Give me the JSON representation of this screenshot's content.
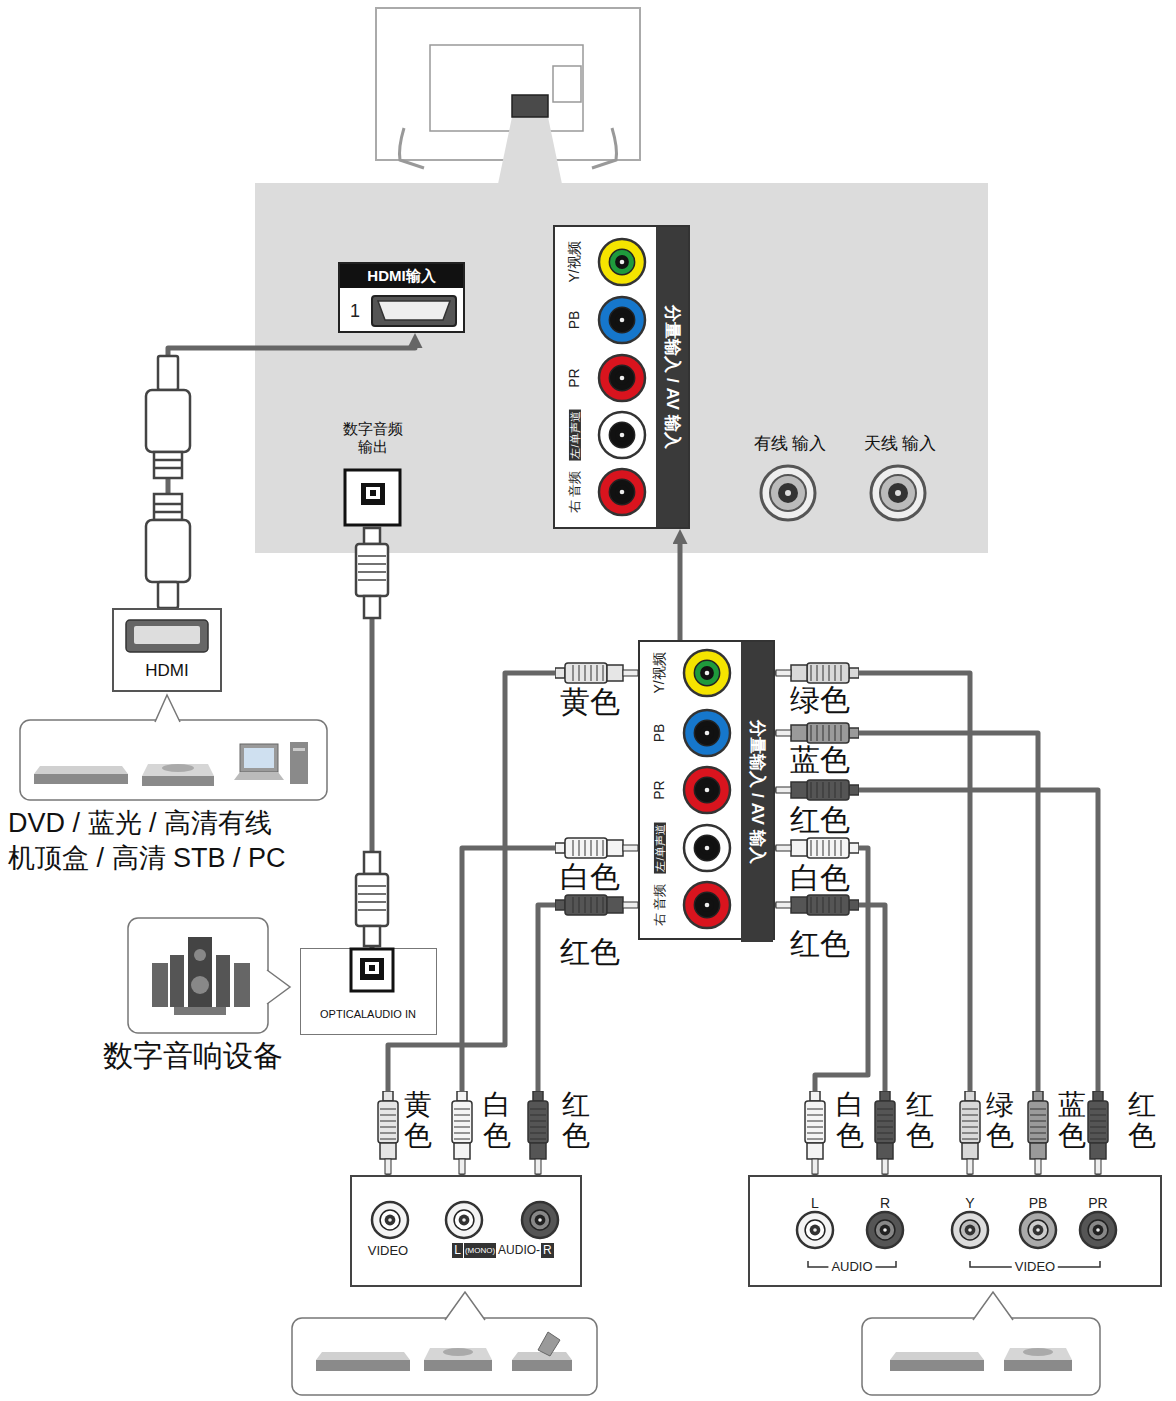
{
  "diagram": {
    "nodes": [
      {
        "text": [
          "HDMI输入",
          "1"
        ]
      },
      {
        "text": [
          "数字音频 输出"
        ]
      },
      {
        "text": [
          "Y/视频",
          "PB",
          "PR",
          "左/单声道",
          "右 音频",
          "分量输入 / AV 输入"
        ]
      },
      {
        "text": [
          "有线 输入"
        ]
      },
      {
        "text": [
          "天线 输入"
        ]
      },
      {
        "text": [
          "HDMI"
        ]
      },
      {
        "text": [
          "DVD / 蓝光 / 高清有线 机顶盒 / 高清 STB / PC"
        ]
      },
      {
        "text": [
          "OPTICALAUDIO IN"
        ]
      },
      {
        "text": [
          "数字音响设备"
        ]
      },
      {
        "text": [
          "Y/视频",
          "PB",
          "PR",
          "左/单声道",
          "右 音频",
          "分量输入 / AV 输入"
        ]
      },
      {
        "text": [
          "VIDEO",
          "L",
          "(MONO)",
          "AUDIO-",
          "R"
        ]
      },
      {
        "text": [
          "L",
          "R",
          "AUDIO",
          "Y",
          "PB",
          "PR",
          "VIDEO"
        ]
      }
    ],
    "edges": [
      {
        "from": 5,
        "to": 0,
        "arrow": "to"
      },
      {
        "from": 1,
        "to": 7,
        "arrow": "none"
      },
      {
        "from": 9,
        "to": 2,
        "arrow": "to"
      },
      {
        "from": 10,
        "to": 9,
        "arrow": "none"
      },
      {
        "from": 10,
        "to": 9,
        "arrow": "none"
      },
      {
        "from": 10,
        "to": 9,
        "arrow": "none"
      },
      {
        "from": 11,
        "to": 9,
        "arrow": "none"
      },
      {
        "from": 11,
        "to": 9,
        "arrow": "none"
      },
      {
        "from": 11,
        "to": 9,
        "arrow": "none"
      },
      {
        "from": 11,
        "to": 9,
        "arrow": "none"
      },
      {
        "from": 11,
        "to": 9,
        "arrow": "none"
      }
    ],
    "labels": [
      "黄色",
      "白色",
      "红色",
      "绿色",
      "蓝色",
      "红色",
      "白色",
      "红色",
      "黄色",
      "白色",
      "红色",
      "白色",
      "红色",
      "绿色",
      "蓝色",
      "红色"
    ]
  }
}
